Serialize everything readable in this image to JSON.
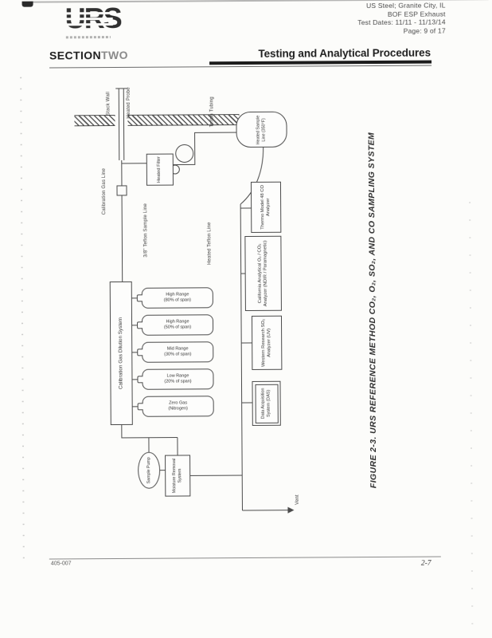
{
  "header": {
    "lines": [
      "US Steel; Granite City, IL",
      "BOF ESP Exhaust",
      "Test Dates: 11/11 - 11/13/14",
      "Page: 9 of 17"
    ]
  },
  "logo": {
    "text": "URS"
  },
  "section": {
    "number": "SECTION",
    "word": "TWO",
    "title": "Testing and Analytical Procedures"
  },
  "diagram": {
    "caption": "FIGURE 2-3.  URS REFERENCE METHOD CO₂, O₂, SO₂, AND CO SAMPLING SYSTEM",
    "labels": {
      "stack_wall": "Stack Wall",
      "heated_probe": "Heated Probe",
      "cal_gas_line": "Calibration Gas Line",
      "teflon_sample_line": "3/8\" Teflon Sample Line",
      "heated_teflon_line": "Heated Teflon Line",
      "teflon_tubing": "Teflon Tubing",
      "vent": "Vent"
    },
    "heated_filter": {
      "label": "Heated Filter"
    },
    "heated_line": {
      "label": "Heated Sample Line (350°F)"
    },
    "analyzers": [
      {
        "label": "Thermo Model 48 CO Analyzer"
      },
      {
        "label": "California Analytical O₂ / CO₂ Analyzer (NDIR / Paramagnetic)"
      },
      {
        "label": "Western Research SO₂ Analyzer (UV)"
      }
    ],
    "das": {
      "label": "Data Acquisition System (DAS)"
    },
    "cal_system": {
      "label": "Calibration Gas Dilution System"
    },
    "cylinders": [
      {
        "line1": "High Range",
        "line2": "(80% of span)"
      },
      {
        "line1": "High Range",
        "line2": "(50% of span)"
      },
      {
        "line1": "Mid Range",
        "line2": "(30% of span)"
      },
      {
        "line1": "Low Range",
        "line2": "(20% of span)"
      },
      {
        "line1": "Zero Gas",
        "line2": "(Nitrogen)"
      }
    ],
    "pump": {
      "label": "Sample Pump"
    },
    "moisture": {
      "label": "Moisture Removal System"
    }
  },
  "footer": {
    "job_number": "405-007",
    "page_number": "2-7"
  }
}
